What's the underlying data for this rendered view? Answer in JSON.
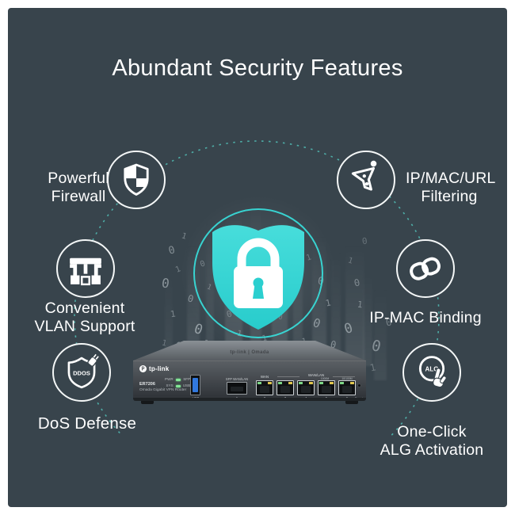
{
  "title": "Abundant Security Features",
  "colors": {
    "background": "#38444C",
    "accent_cyan": "#2FD3D1",
    "ring_cyan": "#38DBD8",
    "dash_teal": "#4FB3AC",
    "led_green": "#84E796",
    "port_yellow": "#E0C74F",
    "usb_blue": "#3178DE",
    "text_white": "#FFFFFF"
  },
  "features": [
    {
      "name": "powerful-firewall",
      "lines": [
        "Powerful",
        "Firewall"
      ],
      "icon": "firewall-shield-icon"
    },
    {
      "name": "ip-mac-url-filtering",
      "lines": [
        "IP/MAC/URL",
        "Filtering"
      ],
      "icon": "filter-funnel-icon"
    },
    {
      "name": "convenient-vlan-support",
      "lines": [
        "Convenient",
        "VLAN Support"
      ],
      "icon": "vlan-ports-icon"
    },
    {
      "name": "ip-mac-binding",
      "lines": [
        "IP-MAC Binding"
      ],
      "icon": "chain-link-icon"
    },
    {
      "name": "dos-defense",
      "lines": [
        "DoS Defense"
      ],
      "icon": "ddos-shield-icon",
      "icon_text": "DDOS"
    },
    {
      "name": "one-click-alg-activation",
      "lines": [
        "One-Click",
        "ALG Activation"
      ],
      "icon": "alg-click-icon",
      "icon_text": "ALG"
    }
  ],
  "center_emblem": {
    "icon": "security-shield-lock-icon"
  },
  "router": {
    "brand": "tp-link",
    "logo_letter": "p",
    "top_brand": "tp-link | Omada",
    "model": "ER7206",
    "product_name": "Omada Gigabit VPN Router",
    "led_rows": [
      [
        "PWR",
        "SFP"
      ],
      [
        "SYS",
        "USB"
      ]
    ],
    "usb_port_label": "USB",
    "sfp_port_label": "SFP WAN/LAN",
    "sfp_port_number": "1",
    "wan_port_label": "WAN",
    "wanlan_group_label": "WAN/LAN",
    "ethernet_port_numbers": [
      "2",
      "3",
      "4",
      "5",
      "6"
    ],
    "speed_legend": [
      "1000M",
      "10/100M"
    ],
    "reset_label": "Reset"
  },
  "decorations": {
    "binary_digits": [
      [
        "0",
        213,
        310,
        13,
        -15,
        0.5
      ],
      [
        "1",
        229,
        294,
        10,
        18,
        0.45
      ],
      [
        "0",
        204,
        350,
        16,
        8,
        0.55
      ],
      [
        "1",
        222,
        336,
        10,
        -22,
        0.4
      ],
      [
        "0",
        237,
        371,
        12,
        14,
        0.5
      ],
      [
        "1",
        215,
        391,
        11,
        -8,
        0.45
      ],
      [
        "0",
        245,
        408,
        17,
        18,
        0.6
      ],
      [
        "0",
        223,
        431,
        13,
        -18,
        0.5
      ],
      [
        "1",
        257,
        429,
        10,
        12,
        0.45
      ],
      [
        "0",
        269,
        447,
        12,
        -8,
        0.4
      ],
      [
        "1",
        299,
        417,
        10,
        10,
        0.4
      ],
      [
        "0",
        286,
        391,
        11,
        -14,
        0.35
      ],
      [
        "1",
        261,
        359,
        9,
        22,
        0.4
      ],
      [
        "0",
        253,
        329,
        10,
        -18,
        0.4
      ],
      [
        "1",
        285,
        309,
        9,
        14,
        0.3
      ],
      [
        "0",
        317,
        299,
        10,
        -8,
        0.28
      ],
      [
        "0",
        361,
        305,
        11,
        12,
        0.3
      ],
      [
        "1",
        387,
        321,
        10,
        -18,
        0.35
      ],
      [
        "0",
        401,
        349,
        13,
        8,
        0.45
      ],
      [
        "1",
        411,
        377,
        11,
        -12,
        0.5
      ],
      [
        "0",
        395,
        401,
        15,
        18,
        0.55
      ],
      [
        "1",
        381,
        427,
        10,
        -8,
        0.45
      ],
      [
        "0",
        417,
        429,
        12,
        12,
        0.5
      ],
      [
        "0",
        435,
        407,
        17,
        -18,
        0.55
      ],
      [
        "1",
        451,
        379,
        11,
        8,
        0.45
      ],
      [
        "0",
        447,
        351,
        12,
        -12,
        0.45
      ],
      [
        "1",
        439,
        325,
        10,
        18,
        0.35
      ],
      [
        "0",
        457,
        299,
        11,
        -8,
        0.3
      ],
      [
        "0",
        469,
        428,
        19,
        12,
        0.5
      ],
      [
        "1",
        467,
        458,
        12,
        -12,
        0.35
      ],
      [
        "0",
        195,
        451,
        14,
        8,
        0.4
      ],
      [
        "1",
        204,
        429,
        10,
        14,
        0.35
      ],
      [
        "1",
        331,
        423,
        10,
        -14,
        0.4
      ],
      [
        "0",
        351,
        397,
        9,
        8,
        0.3
      ],
      [
        "1",
        305,
        439,
        11,
        18,
        0.4
      ],
      [
        "0",
        487,
        401,
        13,
        -8,
        0.4
      ]
    ]
  }
}
